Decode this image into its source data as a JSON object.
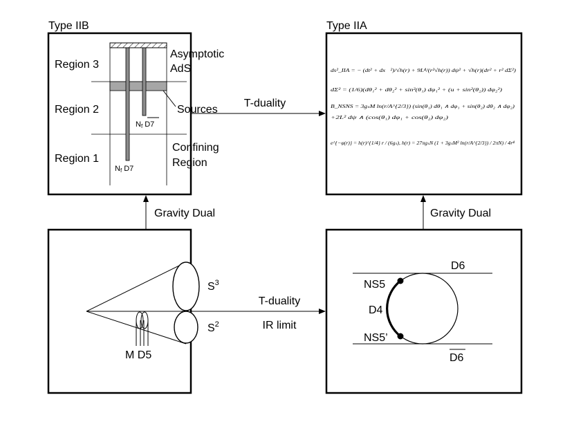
{
  "panels": {
    "top_left": {
      "title": "Type IIB",
      "regions": [
        "Region 3",
        "Region 2",
        "Region 1"
      ],
      "asymptotic_line1": "Asymptotic",
      "asymptotic_line2": "AdS",
      "sources": "Sources",
      "confining_line1": "Confining",
      "confining_line2": "Region",
      "brane_d7_bar_base": "N",
      "brane_d7_bar_sub": "f",
      "brane_d7_bar_name": "D7",
      "brane_d7_base": "N",
      "brane_d7_sub": "f",
      "brane_d7_name": "D7"
    },
    "top_right": {
      "title": "Type IIA",
      "equations": [
        "ds²_IIA = − (dt² + dx⃗²)/√h(r) + 9L⁴/(r²√h(r)) dψ² + √h(r)(dr² + r² dΣ²)",
        "dΣ² = (1/6)(dθ₁² + dθ₂² + sin²(θ₁) dφ₁² + (u + sin²(θ₂)) dφ₂²)",
        "B_NSNS = 3gₛM ln(r/A^{2/3}) (sin(θ₁) dθ₁ ∧ dφ₁ + sin(θ₂) dθ₂ ∧ dφ₂)",
        "+2L² dψ ∧ (cos(θ₁) dφ₁ + cos(θ₂) dφ₂)",
        "e^{−φ(r)} = h(r)^{1/4} r / (6gₛ),     h(r) = 27πgₛN (1 + 3gₛM² ln(r/A^{2/3}) / 2πN) / 4r⁴"
      ]
    },
    "bottom_left": {
      "s3_base": "S",
      "s3_sup": "3",
      "s2_base": "S",
      "s2_sup": "2",
      "m_d5": "M D5"
    },
    "bottom_right": {
      "d6": "D6",
      "d6_bar": "D6",
      "ns5": "NS5",
      "ns5_prime": "NS5’",
      "d4": "D4"
    }
  },
  "arrows": {
    "top_horizontal": "T-duality",
    "bottom_horizontal_top": "T-duality",
    "bottom_horizontal_bottom": "IR limit",
    "left_vertical": "Gravity Dual",
    "right_vertical": "Gravity Dual"
  }
}
